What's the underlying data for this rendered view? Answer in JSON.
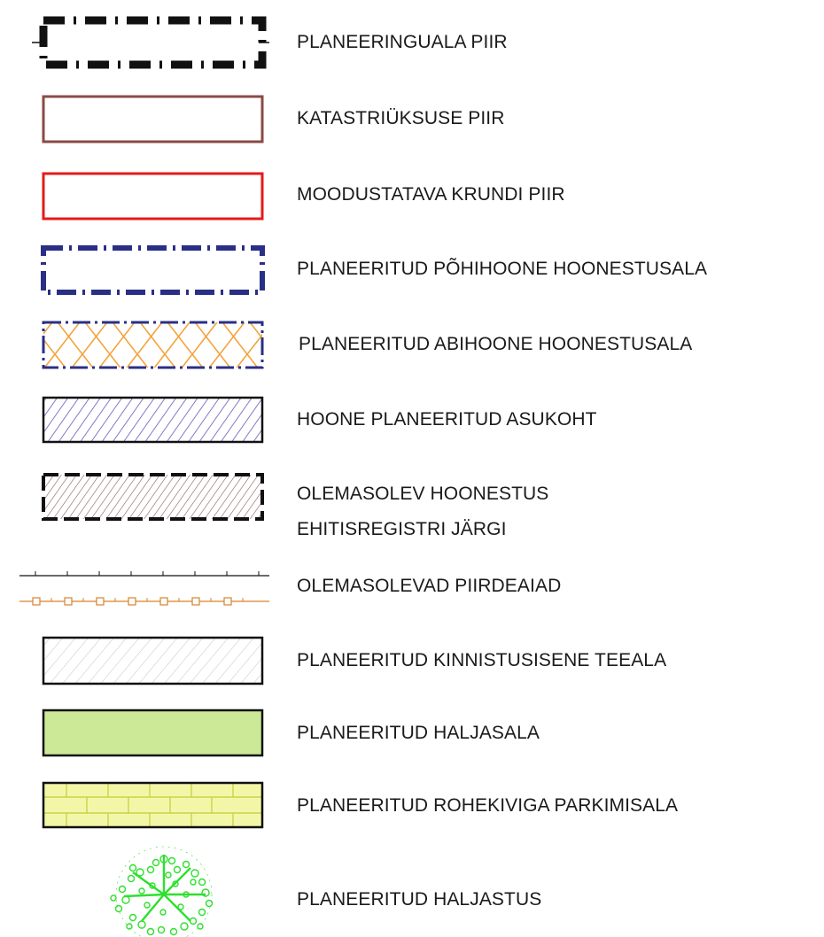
{
  "legend": {
    "items": [
      {
        "id": "planeeringuala",
        "label": "PLANEERINGUALA PIIR"
      },
      {
        "id": "katastri",
        "label": "KATASTRIÜKSUSE PIIR"
      },
      {
        "id": "krundi",
        "label": "MOODUSTATAVA KRUNDI PIIR"
      },
      {
        "id": "pohihoone",
        "label": "PLANEERITUD PÕHIHOONE HOONESTUSALA"
      },
      {
        "id": "abihoone",
        "label": "PLANEERITUD ABIHOONE HOONESTUSALA"
      },
      {
        "id": "asukoht",
        "label": "HOONE PLANEERITUD ASUKOHT"
      },
      {
        "id": "olemasolev",
        "label": "OLEMASOLEV HOONESTUS",
        "label2": "EHITISREGISTRI JÄRGI"
      },
      {
        "id": "piirdeaiad",
        "label": "OLEMASOLEVAD PIIRDEAIAD"
      },
      {
        "id": "teeala",
        "label": "PLANEERITUD KINNISTUSISENE TEEALA"
      },
      {
        "id": "haljasala",
        "label": "PLANEERITUD HALJASALA"
      },
      {
        "id": "parkimisala",
        "label": "PLANEERITUD ROHEKIVIGA PARKIMISALA"
      },
      {
        "id": "haljastus",
        "label": "PLANEERITUD HALJASTUS"
      }
    ]
  },
  "colors": {
    "black": "#111111",
    "cadastral_brown": "#8a4a45",
    "plot_red": "#e41b1b",
    "navy": "#2a2f86",
    "orange": "#f3a23a",
    "purple_hatch": "#6a55b8",
    "brown_hatch": "#8c5a5a",
    "fence_orange": "#d9822b",
    "grey_hatch": "#b8b8b8",
    "green_fill": "#cbe996",
    "paving_fill": "#f2f7a8",
    "paving_line": "#c9d24a",
    "tree_green": "#2de02d"
  },
  "icons": [
    "tree-symbol-icon"
  ]
}
